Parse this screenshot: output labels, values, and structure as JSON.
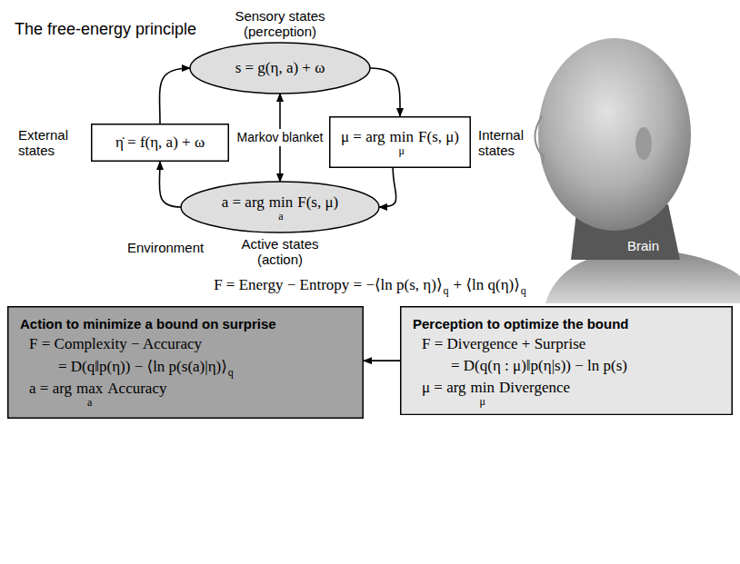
{
  "diagram": {
    "title": "The free-energy principle",
    "nodes": [
      {
        "text": [
          "Sensory states (perception)",
          "s = g(η, a) + ω"
        ]
      },
      {
        "text": [
          "External states",
          "η̇ = f(η, a) + ω"
        ]
      },
      {
        "text": [
          "μ = arg",
          "min",
          "μ",
          "F(s, μ)",
          "Internal states"
        ]
      },
      {
        "text": [
          "a = arg",
          "min",
          "a",
          "F(s, μ)",
          "Active states (action)"
        ]
      },
      {
        "text": [
          "Action to minimize a bound on surprise",
          "F = Complexity − Accuracy",
          "= D(q‖p(η)) − ⟨ln p(s(a)|η)⟩",
          "q",
          "a = arg",
          "max",
          "a",
          "Accuracy"
        ]
      },
      {
        "text": [
          "Perception to optimize the bound",
          "F = Divergence + Surprise",
          "= D(q(η : μ)‖p(η|s)) − ln p(s)",
          "μ = arg",
          "min",
          "μ",
          "Divergence"
        ]
      }
    ],
    "edges": [
      {
        "from": 1,
        "to": 0,
        "arrow": "to"
      },
      {
        "from": 0,
        "to": 2,
        "arrow": "to"
      },
      {
        "from": 2,
        "to": 3,
        "arrow": "to"
      },
      {
        "from": 3,
        "to": 1,
        "arrow": "to"
      },
      {
        "from": 0,
        "to": 3,
        "label": "Markov blanket",
        "arrow": "both"
      },
      {
        "from": 5,
        "to": 4,
        "arrow": "to"
      }
    ],
    "labels": [
      "Environment",
      "Brain",
      "F = Energy − Entropy = −⟨ln p(s, η)⟩",
      "q",
      "+ ⟨ln q(η)⟩",
      "q"
    ]
  }
}
